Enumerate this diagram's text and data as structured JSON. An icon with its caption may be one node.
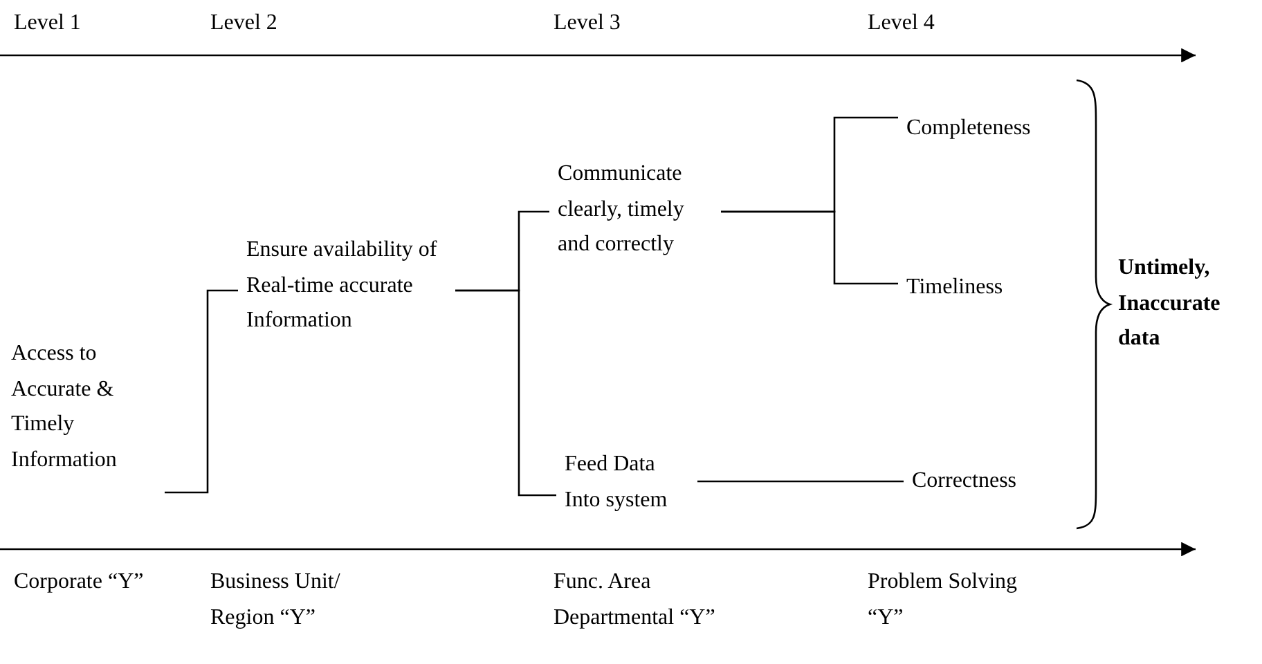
{
  "diagram": {
    "nodes": [
      {
        "text": [
          "Access to Accurate & Timely Information"
        ]
      },
      {
        "text": [
          "Ensure availability of Real-time accurate Information"
        ]
      },
      {
        "text": [
          "Communicate clearly, timely and correctly"
        ]
      },
      {
        "text": [
          "Completeness"
        ]
      },
      {
        "text": [
          "Timeliness"
        ]
      },
      {
        "text": [
          "Feed Data Into system"
        ]
      },
      {
        "text": [
          "Correctness"
        ]
      }
    ],
    "edges": [
      {
        "from": 0,
        "to": 1,
        "arrow": "none"
      },
      {
        "from": 1,
        "to": 2,
        "arrow": "none"
      },
      {
        "from": 1,
        "to": 5,
        "arrow": "none"
      },
      {
        "from": 2,
        "to": 3,
        "arrow": "none"
      },
      {
        "from": 2,
        "to": 4,
        "arrow": "none"
      },
      {
        "from": 5,
        "to": 6,
        "arrow": "none"
      }
    ],
    "labels": [
      "Level 1",
      "Level 2",
      "Level 3",
      "Level 4",
      "Untimely, Inaccurate data",
      "Corporate “Y”",
      "Business Unit/ Region “Y”",
      "Func. Area Departmental “Y”",
      "Problem Solving “Y”"
    ]
  }
}
